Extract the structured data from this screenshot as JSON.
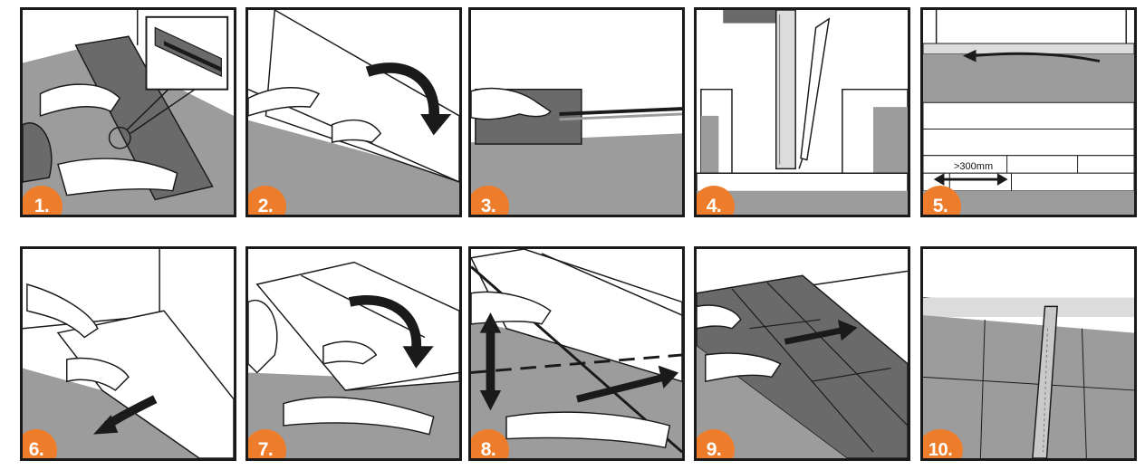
{
  "steps": [
    {
      "number": "1."
    },
    {
      "number": "2."
    },
    {
      "number": "3."
    },
    {
      "number": "4."
    },
    {
      "number": "5.",
      "dimension_label": ">300mm"
    },
    {
      "number": "6."
    },
    {
      "number": "7."
    },
    {
      "number": "8."
    },
    {
      "number": "9."
    },
    {
      "number": "10."
    }
  ],
  "colors": {
    "badge": "#ee7d2b",
    "floor": "#9c9c9c",
    "plank_dark": "#6a6a6a",
    "outline": "#1a1a1a"
  }
}
